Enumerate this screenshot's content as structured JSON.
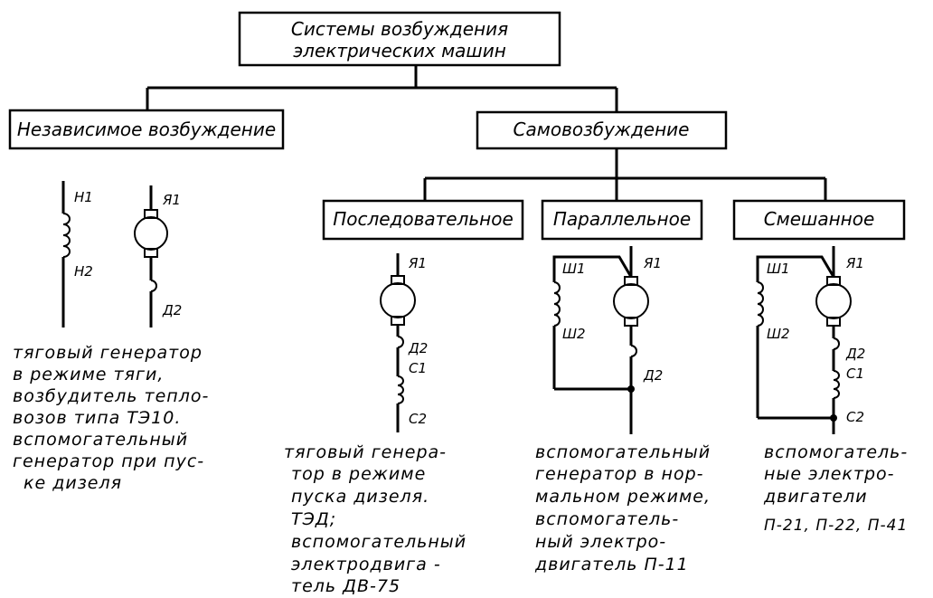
{
  "title": {
    "line1": "Системы возбуждения",
    "line2": "электрических машин"
  },
  "categories": {
    "independent": "Независимое возбуждение",
    "self": "Самовозбуждение"
  },
  "subtypes": {
    "series": "Последовательное",
    "parallel": "Параллельное",
    "mixed": "Смешанное"
  },
  "terminals": {
    "H1": "Н1",
    "H2": "Н2",
    "Ya1": "Я1",
    "D2": "Д2",
    "C1": "С1",
    "C2": "С2",
    "Sh1": "Ш1",
    "Sh2": "Ш2"
  },
  "captions": {
    "independent": [
      "тяговый генератор",
      "в режиме тяги,",
      "возбудитель тепло-",
      "возов типа ТЭ10.",
      "вспомогательный",
      "генератор при пус-",
      "ке   дизеля"
    ],
    "series": [
      "тяговый генера-",
      "тор в режиме",
      "пуска дизеля.",
      "ТЭД;",
      "вспомогательный",
      "электродвига -",
      "тель ДВ-75"
    ],
    "parallel": [
      "вспомогательный",
      "генератор в нор-",
      "мальном режиме,",
      "вспомогатель-",
      "ный электро-",
      "двигатель П-11"
    ],
    "mixed": [
      "вспомогатель-",
      "ные электро-",
      "двигатели",
      "П-21, П-22, П-41"
    ]
  }
}
